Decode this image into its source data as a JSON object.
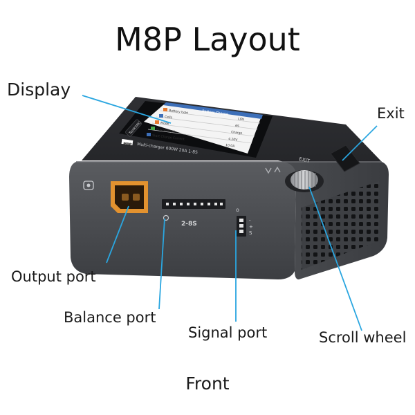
{
  "title": "M8P Layout",
  "caption": "Front",
  "labels": {
    "display": "Display",
    "exit": "Exit",
    "output_port": "Output port",
    "balance_port": "Balance port",
    "signal_port": "Signal port",
    "scroll_wheel": "Scroll wheel"
  },
  "device": {
    "logo_text": "ToolkitRC",
    "model_badge": "M8P",
    "subtitle": "Multi-charger 600W 20A 1-8S",
    "exit_label": "EXIT",
    "balance_port_label": "2-8S",
    "signal_port_pins": [
      "-",
      "+",
      "S"
    ],
    "screen": {
      "header": "Battery Charge",
      "rows": [
        {
          "label": "Battery type",
          "value": "LiPo"
        },
        {
          "label": "Cells",
          "value": "6S"
        },
        {
          "label": "Mode",
          "value": "Charge"
        },
        {
          "label": "End Voltage",
          "value": "4.20V"
        },
        {
          "label": "Start Charge Current",
          "value": "10.0A"
        }
      ]
    }
  },
  "colors": {
    "leader_line": "#2aa6e0",
    "device_body": "#4a4c50",
    "xt60_connector": "#e3922f",
    "screen_header": "#3d6fb8"
  }
}
